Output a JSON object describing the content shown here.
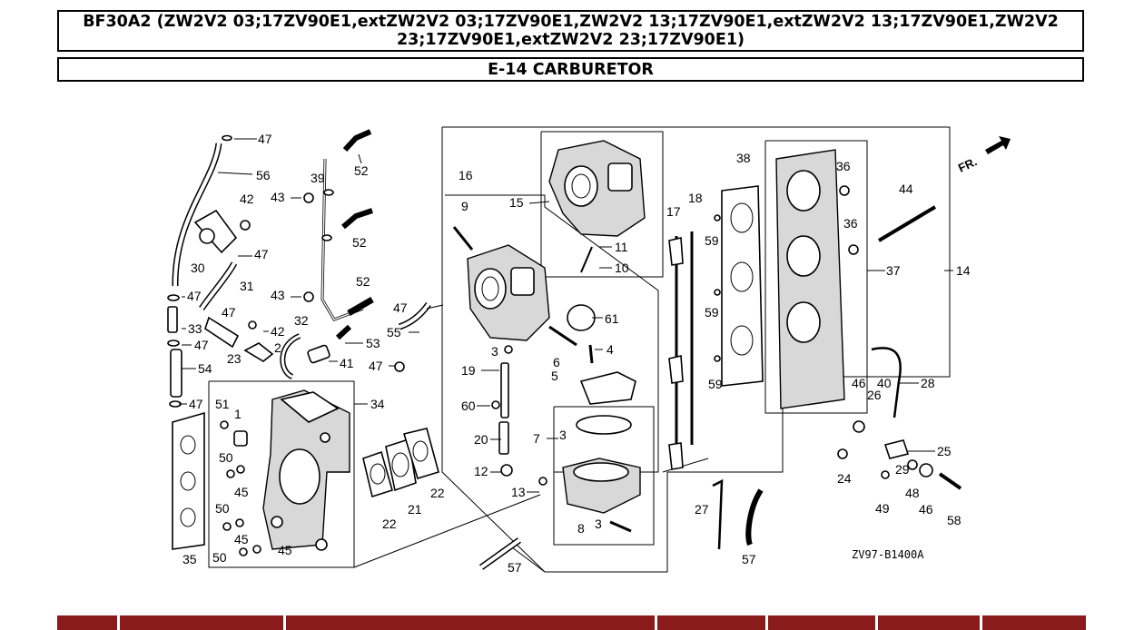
{
  "header": {
    "title": "BF30A2 (ZW2V2 03;17ZV90E1,extZW2V2 03;17ZV90E1,ZW2V2 13;17ZV90E1,extZW2V2 13;17ZV90E1,ZW2V2 23;17ZV90E1,extZW2V2 23;17ZV90E1)",
    "section": "E-14 CARBURETOR"
  },
  "diagram": {
    "direction_label": "FR.",
    "drawing_code": "ZV97-B1400A",
    "callouts": [
      "47",
      "56",
      "39",
      "43",
      "52",
      "42",
      "47",
      "30",
      "31",
      "47",
      "47",
      "33",
      "47",
      "54",
      "47",
      "32",
      "52",
      "43",
      "52",
      "42",
      "2",
      "23",
      "53",
      "41",
      "47",
      "55",
      "47",
      "16",
      "9",
      "15",
      "11",
      "10",
      "61",
      "3",
      "4",
      "19",
      "6",
      "5",
      "60",
      "20",
      "7",
      "3",
      "12",
      "13",
      "8",
      "3",
      "17",
      "18",
      "59",
      "59",
      "59",
      "38",
      "36",
      "36",
      "44",
      "37",
      "14",
      "46",
      "40",
      "28",
      "26",
      "25",
      "24",
      "29",
      "48",
      "49",
      "46",
      "58",
      "27",
      "57",
      "57",
      "34",
      "51",
      "1",
      "50",
      "45",
      "50",
      "45",
      "50",
      "45",
      "22",
      "21",
      "22",
      "35"
    ]
  },
  "colors": {
    "table_header": "#8b1a1a",
    "border": "#000000"
  },
  "table": {
    "columns": 7
  }
}
